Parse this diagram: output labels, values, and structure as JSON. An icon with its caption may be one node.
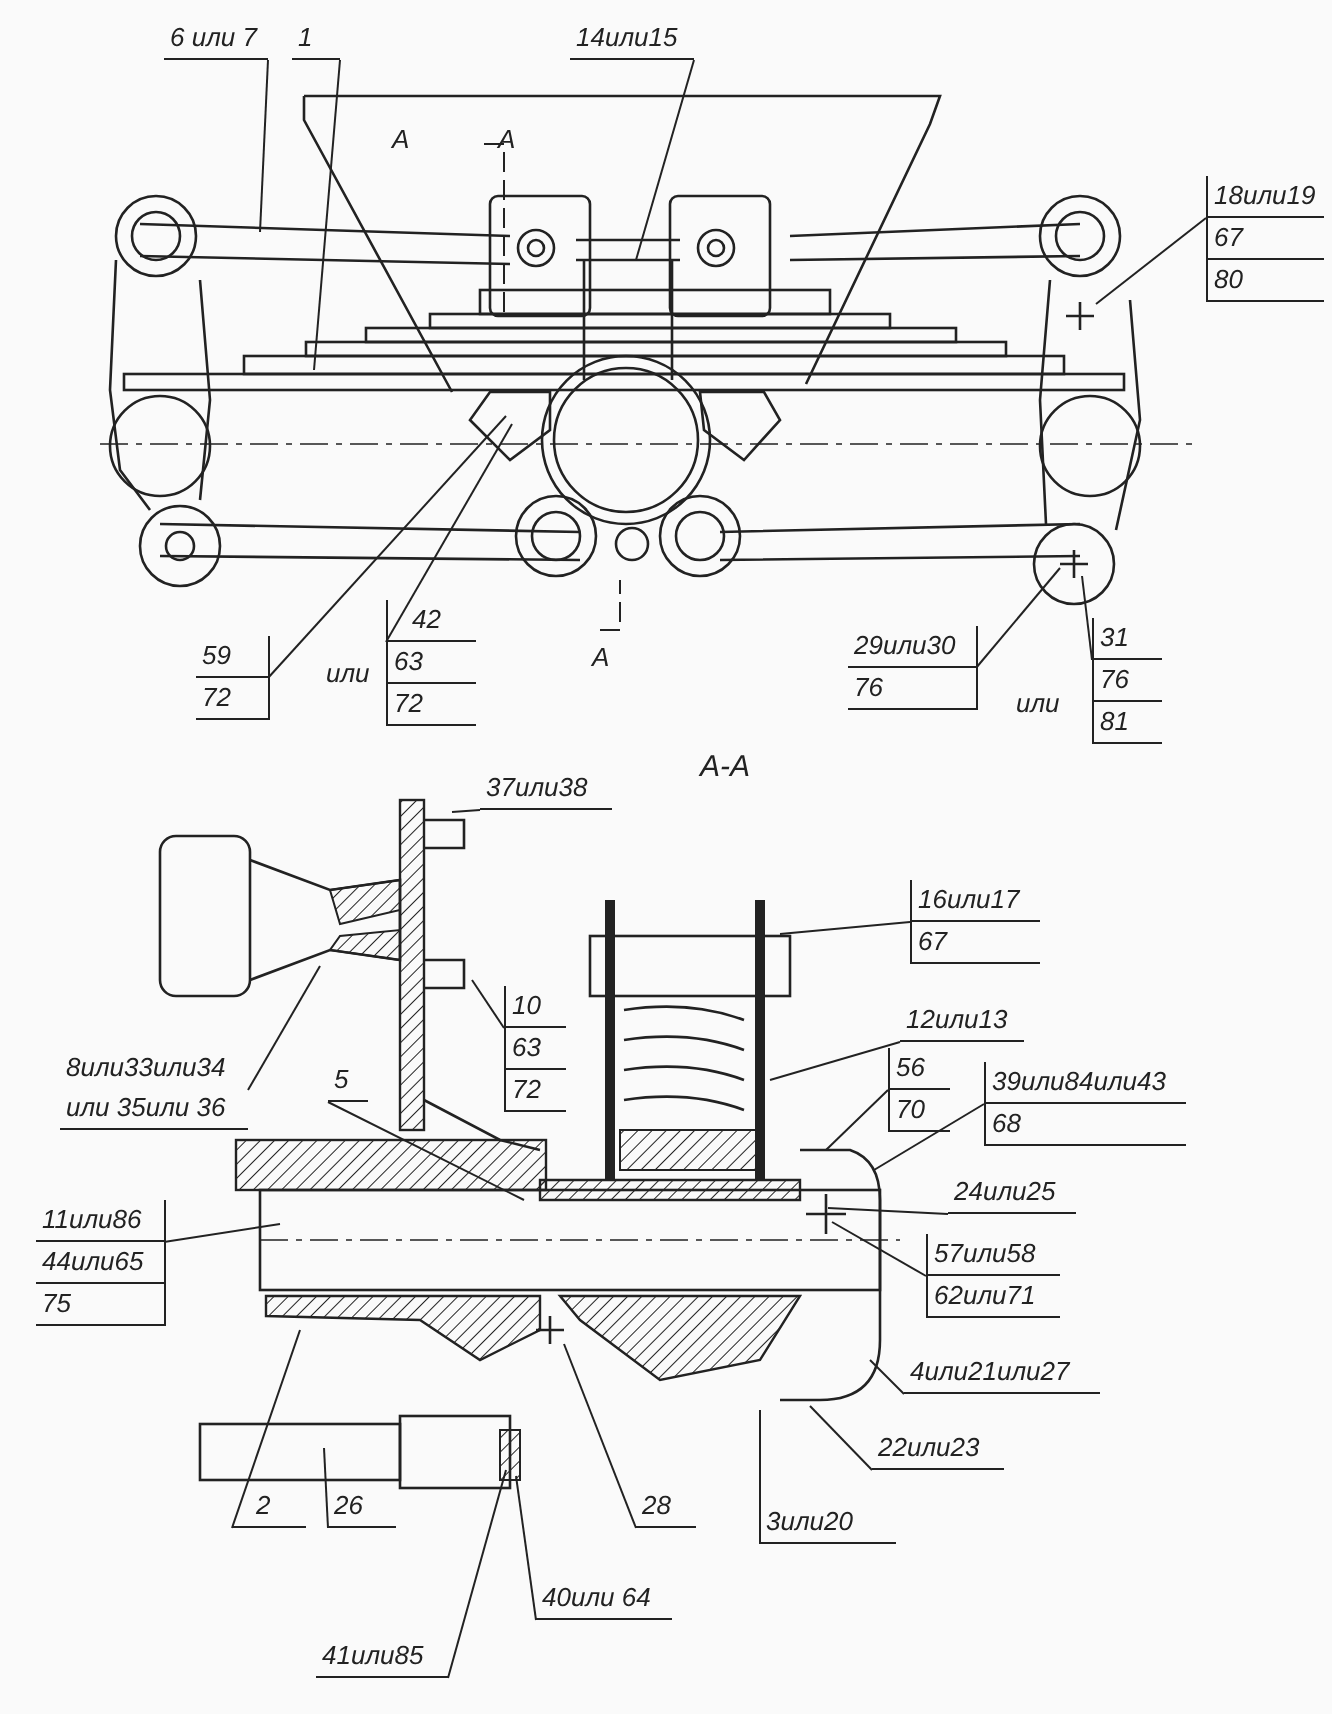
{
  "diagram": {
    "nodes": [
      {
        "text": [
          "6 или 7"
        ]
      },
      {
        "text": [
          "1"
        ]
      },
      {
        "text": [
          "14или15"
        ]
      },
      {
        "text": [
          "18или19",
          "67",
          "80"
        ]
      },
      {
        "text": [
          "59",
          "72"
        ]
      },
      {
        "text": [
          "42",
          "63",
          "72"
        ]
      },
      {
        "text": [
          "29или30",
          "76"
        ]
      },
      {
        "text": [
          "31",
          "76",
          "81"
        ]
      },
      {
        "text": [
          "37или38"
        ]
      },
      {
        "text": [
          "16или17",
          "67"
        ]
      },
      {
        "text": [
          "10",
          "63",
          "72"
        ]
      },
      {
        "text": [
          "8или33или34 или 35или 36"
        ]
      },
      {
        "text": [
          "12или13"
        ]
      },
      {
        "text": [
          "56",
          "70"
        ]
      },
      {
        "text": [
          "39или84или43",
          "68"
        ]
      },
      {
        "text": [
          "5"
        ]
      },
      {
        "text": [
          "11или86",
          "44или65",
          "75"
        ]
      },
      {
        "text": [
          "24или25"
        ]
      },
      {
        "text": [
          "57или58",
          "62или71"
        ]
      },
      {
        "text": [
          "4или21или27"
        ]
      },
      {
        "text": [
          "22или23"
        ]
      },
      {
        "text": [
          "2"
        ]
      },
      {
        "text": [
          "26"
        ]
      },
      {
        "text": [
          "28"
        ]
      },
      {
        "text": [
          "3или20"
        ]
      },
      {
        "text": [
          "40или 64"
        ]
      },
      {
        "text": [
          "41или85"
        ]
      }
    ],
    "edges": [
      {
        "from": 0,
        "to": null,
        "arrow": "none"
      },
      {
        "from": 1,
        "to": null,
        "arrow": "none"
      },
      {
        "from": 2,
        "to": null,
        "arrow": "none"
      },
      {
        "from": 3,
        "to": null,
        "arrow": "none"
      },
      {
        "from": 4,
        "to": null,
        "arrow": "none"
      },
      {
        "from": 5,
        "to": null,
        "arrow": "none"
      },
      {
        "from": 6,
        "to": null,
        "arrow": "none"
      },
      {
        "from": 7,
        "to": null,
        "arrow": "none"
      },
      {
        "from": 8,
        "to": null,
        "arrow": "none"
      },
      {
        "from": 9,
        "to": null,
        "arrow": "none"
      },
      {
        "from": 10,
        "to": null,
        "arrow": "none"
      },
      {
        "from": 11,
        "to": null,
        "arrow": "none"
      },
      {
        "from": 12,
        "to": null,
        "arrow": "none"
      },
      {
        "from": 13,
        "to": null,
        "arrow": "none"
      },
      {
        "from": 14,
        "to": null,
        "arrow": "none"
      },
      {
        "from": 15,
        "to": null,
        "arrow": "none"
      },
      {
        "from": 16,
        "to": null,
        "arrow": "none"
      },
      {
        "from": 17,
        "to": null,
        "arrow": "none"
      },
      {
        "from": 18,
        "to": null,
        "arrow": "none"
      },
      {
        "from": 19,
        "to": null,
        "arrow": "none"
      },
      {
        "from": 20,
        "to": null,
        "arrow": "none"
      },
      {
        "from": 21,
        "to": null,
        "arrow": "none"
      },
      {
        "from": 22,
        "to": null,
        "arrow": "none"
      },
      {
        "from": 23,
        "to": null,
        "arrow": "none"
      },
      {
        "from": 24,
        "to": null,
        "arrow": "none"
      },
      {
        "from": 25,
        "to": null,
        "arrow": "none"
      },
      {
        "from": 26,
        "to": null,
        "arrow": "none"
      }
    ],
    "labels": [
      "A",
      "A",
      "A",
      "или",
      "или",
      "A-A"
    ]
  }
}
